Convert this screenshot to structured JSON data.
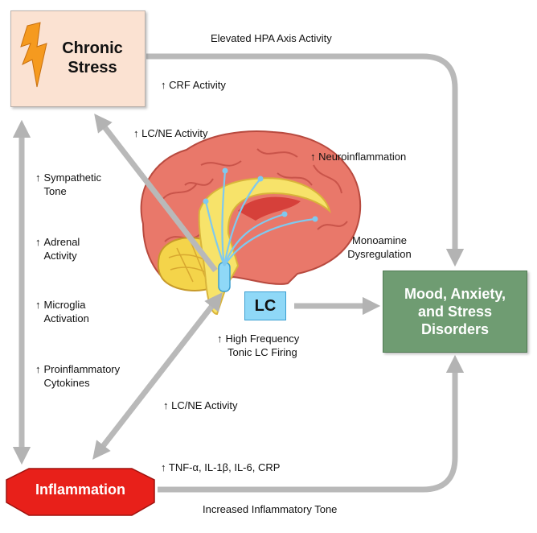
{
  "nodes": {
    "chronic_stress": "Chronic\nStress",
    "mood_disorders": "Mood, Anxiety,\nand Stress\nDisorders",
    "inflammation": "Inflammation",
    "lc": "LC"
  },
  "edges": {
    "top": "Elevated HPA Axis Activity",
    "bottom": "Increased Inflammatory Tone"
  },
  "annotations": {
    "crf": "CRF Activity",
    "lcne_upper": "LC/NE Activity",
    "neuroinflammation": "Neuroinflammation",
    "monoamine": "Monoamine\nDysregulation",
    "high_freq": "High Frequency\nTonic LC Firing",
    "lcne_lower": "LC/NE Activity",
    "tnf": "TNF-α, IL-1β, IL-6, CRP"
  },
  "left_list": [
    "Sympathetic\nTone",
    "Adrenal\nActivity",
    "Microglia\nActivation",
    "Proinflammatory\nCytokines"
  ],
  "up_arrow": "↑",
  "colors": {
    "stress_box": "#fbe2d2",
    "lightning": "#f59a1f",
    "mood_box": "#6f9c72",
    "inflammation": "#e8201a",
    "lc_box": "#8fd8f7",
    "arrow": "#b9b9b9",
    "brain": "#e9786a",
    "brain_core": "#f7e36a"
  }
}
